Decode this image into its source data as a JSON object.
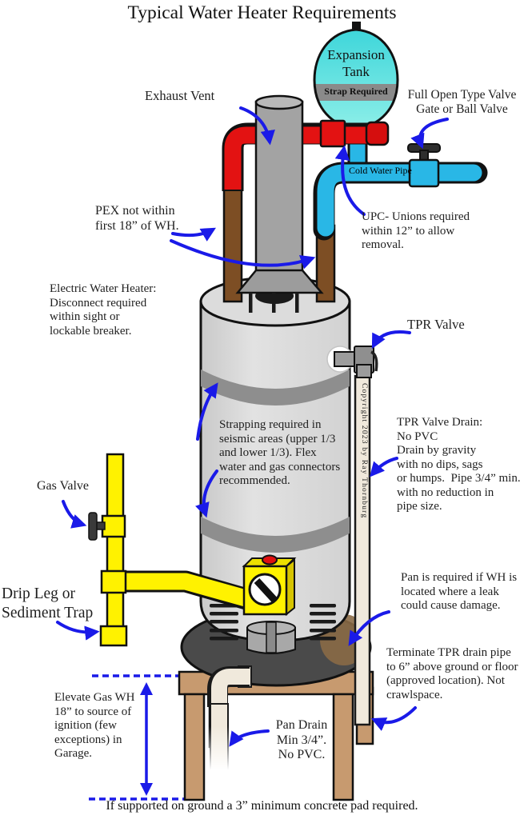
{
  "title": "Typical Water Heater Requirements",
  "footer": "If supported on ground a 3” minimum concrete pad required.",
  "copyright": "Copyright 2023 by Ray Thornburg",
  "expansion_tank": {
    "label": "Expansion\nTank",
    "strap": "Strap Required"
  },
  "labels": {
    "exhaust_vent": "Exhaust Vent",
    "full_open_valve": "Full Open Type Valve\nGate or Ball Valve",
    "cold_water_pipe": "Cold Water Pipe",
    "pex": "PEX not within\nfirst 18” of WH.",
    "upc_unions": "UPC- Unions required\nwithin 12” to allow\nremoval.",
    "electric": "Electric Water Heater:\nDisconnect required\nwithin sight or\nlockable breaker.",
    "tpr_valve": "TPR Valve",
    "strapping": "Strapping required in\nseismic areas (upper 1/3\nand lower 1/3). Flex\nwater and gas connectors\nrecommended.",
    "tpr_drain": "TPR Valve Drain:\nNo PVC\nDrain by gravity\nwith no dips, sags\nor humps.  Pipe 3/4” min.\nwith no reduction in\npipe size.",
    "gas_valve": "Gas Valve",
    "drip_leg": "Drip Leg or\nSediment Trap",
    "pan_required": "Pan is required if WH is\nlocated where a leak\ncould cause damage.",
    "terminate_tpr": "Terminate TPR drain pipe\nto 6” above ground or floor\n(approved location). Not\ncrawlspace.",
    "elevate": "Elevate Gas WH\n18” to source of\nignition (few\nexceptions) in\nGarage.",
    "pan_drain": "Pan Drain\nMin 3/4”.\nNo PVC."
  },
  "colors": {
    "hot_pipe": "#e31212",
    "cold_pipe": "#29b7e6",
    "expansion_tank": "#43dede",
    "gas_pipe": "#fff200",
    "copper_pipe": "#7d4e24",
    "arrow_blue": "#1a1ae8",
    "tank_gray": "#d9d9d9",
    "pan_gray": "#4a4a4a",
    "wood": "#c79a6f",
    "drain_pipe": "#f0e9dc"
  }
}
